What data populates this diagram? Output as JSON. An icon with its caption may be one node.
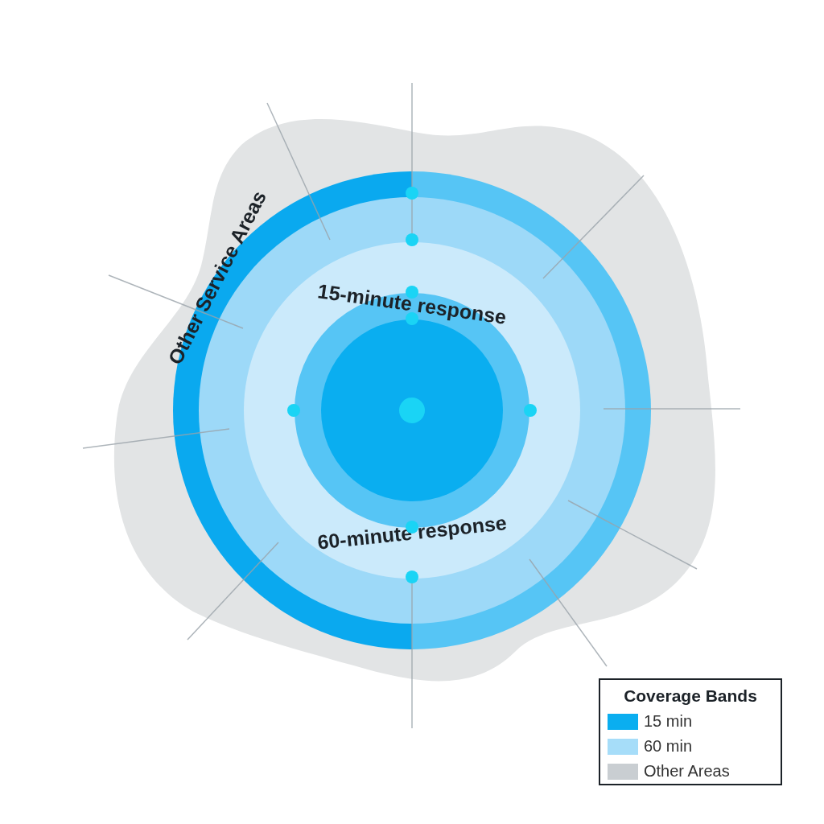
{
  "diagram": {
    "nodes": [
      {
        "text": [
          "Other Service Areas"
        ]
      },
      {
        "text": [
          "15-minute response",
          "60-minute response"
        ],
        "in": 0
      }
    ],
    "labels": [
      "Coverage Bands"
    ],
    "legend": [
      {
        "text": "15 min",
        "color": "#0aaef0"
      },
      {
        "text": "60 min",
        "color": "#a6ddf9"
      },
      {
        "text": "Other Areas",
        "color": "#c9ced2"
      }
    ]
  }
}
